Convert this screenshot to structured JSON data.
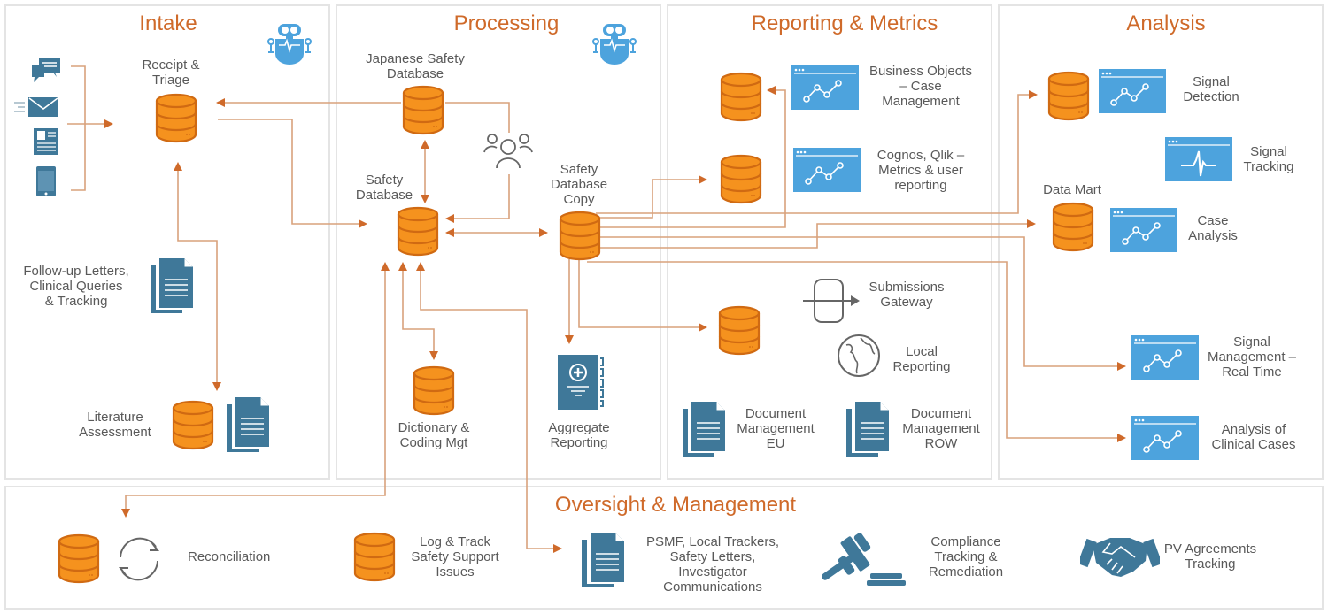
{
  "colors": {
    "accent": "#cf6a2a",
    "database_fill": "#f5921e",
    "database_stroke": "#d06a12",
    "connector": "#d9a27c",
    "arrowhead": "#cf6a2a",
    "doc_blue": "#3f7899",
    "screen_blue": "#4da3dd",
    "robot_blue": "#4da3dd",
    "text": "#595959",
    "outline_grey": "#666666"
  },
  "panels": {
    "intake": {
      "title": "Intake",
      "items": {
        "receipt_triage": "Receipt &\nTriage",
        "follow_up": "Follow-up Letters,\nClinical Queries\n& Tracking",
        "literature": "Literature\nAssessment"
      },
      "channels": [
        "chat-icon",
        "email-icon",
        "fax-icon",
        "mobile-icon"
      ]
    },
    "processing": {
      "title": "Processing",
      "items": {
        "japanese_db": "Japanese Safety\nDatabase",
        "safety_db": "Safety\nDatabase",
        "safety_db_copy": "Safety\nDatabase\nCopy",
        "dictionary": "Dictionary &\nCoding Mgt",
        "aggregate": "Aggregate\nReporting"
      }
    },
    "reporting": {
      "title": "Reporting & Metrics",
      "items": {
        "business_objects": "Business Objects\n– Case\nManagement",
        "cognos": "Cognos, Qlik –\nMetrics & user\nreporting",
        "submissions": "Submissions\nGateway",
        "local_reporting": "Local\nReporting",
        "doc_eu": "Document\nManagement\nEU",
        "doc_row": "Document\nManagement\nROW"
      }
    },
    "analysis": {
      "title": "Analysis",
      "items": {
        "signal_detection": "Signal\nDetection",
        "signal_tracking": "Signal\nTracking",
        "data_mart": "Data Mart",
        "case_analysis": "Case\nAnalysis",
        "signal_mgmt": "Signal\nManagement –\nReal Time",
        "clinical_cases": "Analysis of\nClinical Cases"
      }
    },
    "oversight": {
      "title": "Oversight & Management",
      "items": {
        "reconciliation": "Reconciliation",
        "log_track": "Log & Track\nSafety Support\nIssues",
        "psmf": "PSMF, Local Trackers,\nSafety Letters,\nInvestigator\nCommunications",
        "compliance": "Compliance\nTracking &\nRemediation",
        "pv_agreements": "PV Agreements\nTracking"
      }
    }
  }
}
